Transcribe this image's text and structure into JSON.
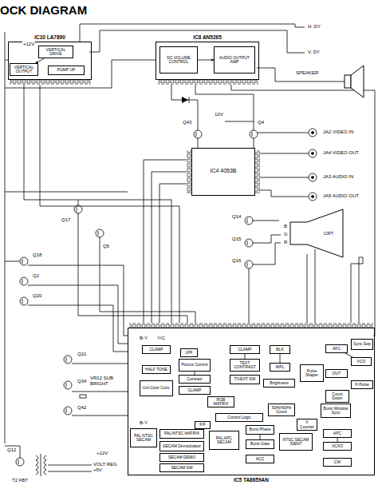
{
  "diagram": {
    "title": "OCK DIAGRAM",
    "nodes": [
      {
        "text": [
          "IC10 LA7890"
        ]
      },
      {
        "text": [
          "VERTICAL DRIVE"
        ],
        "in": 0
      },
      {
        "text": [
          "VERTICAL OUTPUT"
        ],
        "in": 0
      },
      {
        "text": [
          "PUMP UP"
        ],
        "in": 0
      },
      {
        "text": [
          "IC8 AN5265"
        ]
      },
      {
        "text": [
          "DC VOLUME CONTROL"
        ],
        "in": 4
      },
      {
        "text": [
          "AUDIO OUTPUT AMP"
        ],
        "in": 4
      },
      {
        "text": [
          "IC4 4053B"
        ]
      },
      {
        "text": [
          "IC5 TA8659AN"
        ]
      },
      {
        "text": [
          "CLAMP"
        ],
        "in": 8
      },
      {
        "text": [
          "HALF TONE"
        ],
        "in": 8
      },
      {
        "text": [
          "Uni-Color Cont."
        ],
        "in": 8
      },
      {
        "text": [
          "LPF"
        ],
        "in": 8
      },
      {
        "text": [
          "Picture Control"
        ],
        "in": 8
      },
      {
        "text": [
          "Contrast"
        ],
        "in": 8
      },
      {
        "text": [
          "CLAMP"
        ],
        "in": 8
      },
      {
        "text": [
          "CLAMP"
        ],
        "in": 8
      },
      {
        "text": [
          "TEXT CONTRAST"
        ],
        "in": 8
      },
      {
        "text": [
          "TV/EXT SW"
        ],
        "in": 8
      },
      {
        "text": [
          "RGB MATRIX"
        ],
        "in": 8
      },
      {
        "text": [
          "BLK"
        ],
        "in": 8
      },
      {
        "text": [
          "WPL"
        ],
        "in": 8
      },
      {
        "text": [
          "Brightness"
        ],
        "in": 8
      },
      {
        "text": [
          "Pulse Shaper"
        ],
        "in": 8
      },
      {
        "text": [
          "AFC"
        ],
        "in": 8
      },
      {
        "text": [
          "VCO"
        ],
        "in": 8
      },
      {
        "text": [
          "OUT"
        ],
        "in": 8
      },
      {
        "text": [
          "Sync Sep"
        ],
        "in": 8
      },
      {
        "text": [
          "H Pulse"
        ],
        "in": 8
      },
      {
        "text": [
          "Count Down"
        ],
        "in": 8
      },
      {
        "text": [
          "Control Logic"
        ],
        "in": 8
      },
      {
        "text": [
          "F/F"
        ],
        "in": 8
      },
      {
        "text": [
          "50Hz/60Hz Count"
        ],
        "in": 8
      },
      {
        "text": [
          "V Counter"
        ],
        "in": 8
      },
      {
        "text": [
          "Burst Window Sync"
        ],
        "in": 8
      },
      {
        "text": [
          "PAL NTSC SECAM"
        ],
        "in": 8
      },
      {
        "text": [
          "PAL/NTSC MATRIX"
        ],
        "in": 8
      },
      {
        "text": [
          "SECAM Demodulator"
        ],
        "in": 8
      },
      {
        "text": [
          "SECAM DEMO"
        ],
        "in": 8
      },
      {
        "text": [
          "SECAM SW"
        ],
        "in": 8
      },
      {
        "text": [
          "PAL APC SECAM"
        ],
        "in": 8
      },
      {
        "text": [
          "Burst Phase"
        ],
        "in": 8
      },
      {
        "text": [
          "Burst Gate"
        ],
        "in": 8
      },
      {
        "text": [
          "NTSC SECAM IDENT"
        ],
        "in": 8
      },
      {
        "text": [
          "ACC"
        ],
        "in": 8
      },
      {
        "text": [
          "APC"
        ],
        "in": 8
      },
      {
        "text": [
          "VCXO"
        ],
        "in": 8
      },
      {
        "text": [
          "CW"
        ],
        "in": 8
      }
    ],
    "edges": [
      {
        "from": 1,
        "to": 2,
        "arrow": "to"
      },
      {
        "from": 5,
        "to": 6,
        "arrow": "to"
      },
      {
        "from": 13,
        "to": 14,
        "arrow": "none"
      },
      {
        "from": 16,
        "to": 17,
        "arrow": "none"
      },
      {
        "from": 20,
        "to": 21,
        "arrow": "none"
      },
      {
        "from": 24,
        "to": 25,
        "arrow": "none"
      },
      {
        "from": 41,
        "to": 42,
        "arrow": "none"
      },
      {
        "from": 45,
        "to": 46,
        "arrow": "none"
      }
    ],
    "labels": [
      "+12V",
      "H. DY",
      "V. DY",
      "SPEAKER",
      "12V",
      "Q43",
      "Q4",
      "JA2 VIDEO IN",
      "JA4 VIDEO OUT",
      "JA3 AUDIO IN",
      "JA5 AUDIO OUT",
      "Q17",
      "Q5",
      "Q14",
      "Q15",
      "Q16",
      "B",
      "G",
      "R",
      "CRT",
      "Q18",
      "Q2",
      "Q20",
      "Q21",
      "Q34",
      "VR12 SUB BRIGHT",
      "Q42",
      "Q12",
      "VOLT REG +5V",
      "+12V",
      "T2 FBT",
      "B-Y",
      "Y/C",
      "B-Y"
    ]
  }
}
